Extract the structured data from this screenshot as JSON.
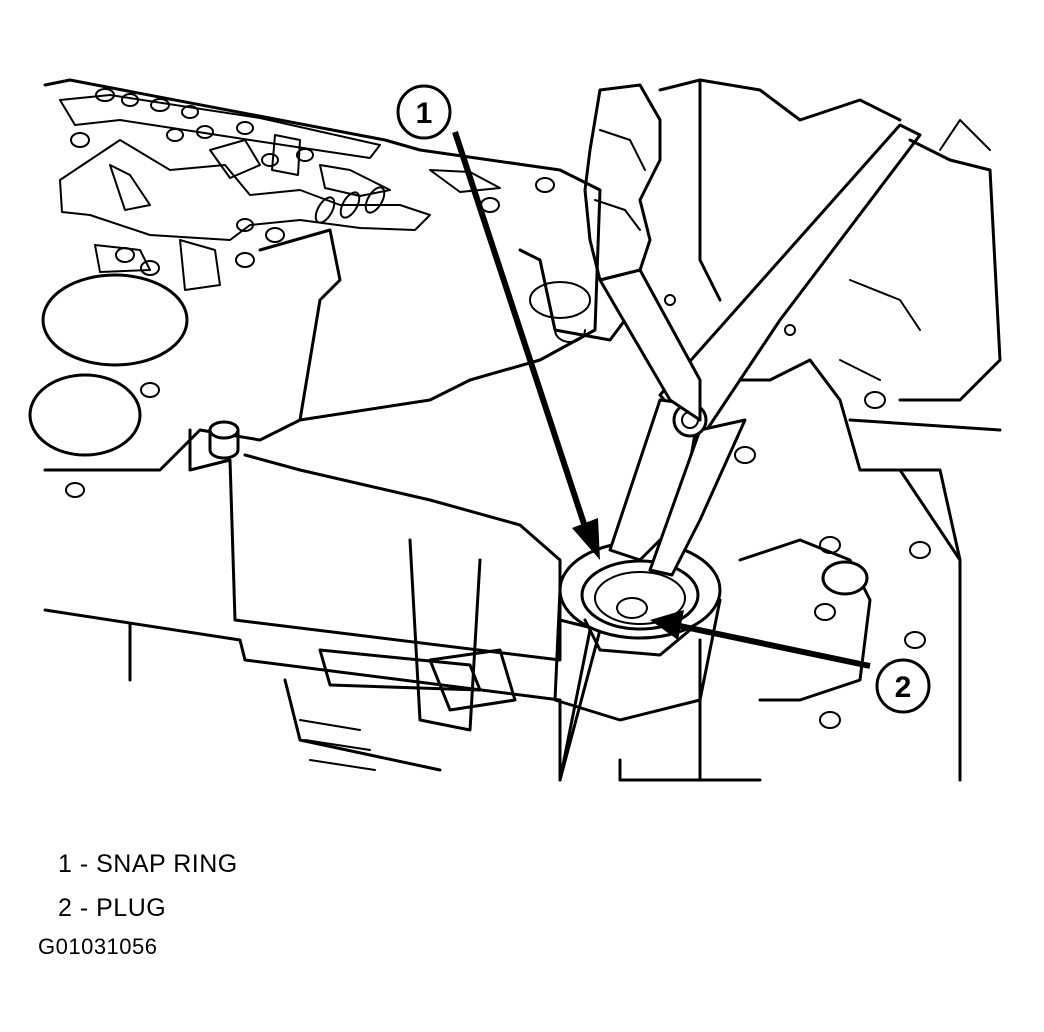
{
  "callouts": [
    {
      "number": "1"
    },
    {
      "number": "2"
    }
  ],
  "legend": [
    {
      "number": "1",
      "label": "1 - SNAP RING"
    },
    {
      "number": "2",
      "label": "2 - PLUG"
    }
  ],
  "figure_id": "G01031056"
}
